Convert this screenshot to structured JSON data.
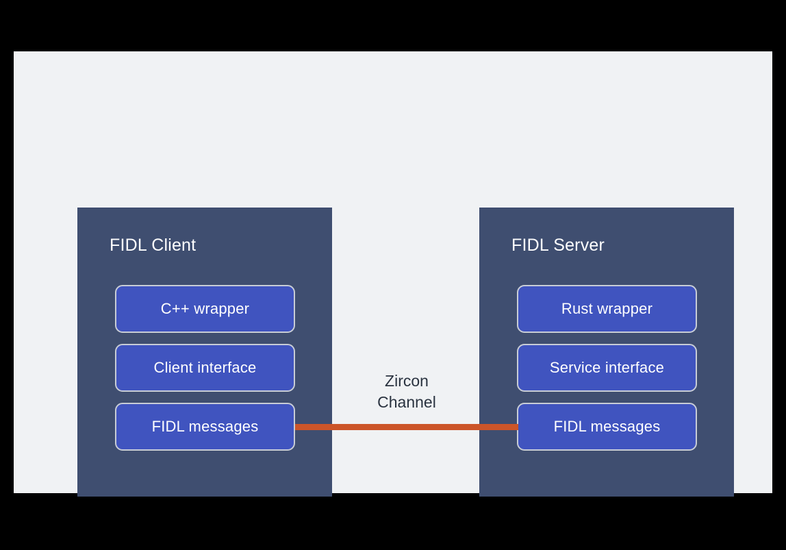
{
  "canvas": {
    "background_color": "#f0f2f4",
    "surround_color": "#000000"
  },
  "diagram": {
    "type": "block-diagram",
    "title_implicit": "FIDL client/server over a Zircon Channel",
    "panel_color": "#3f4e70",
    "box_fill_color": "#4054bf",
    "box_border_color": "#c8cdd6",
    "connector_color": "#cc5529",
    "label_color": "#2a3340",
    "panels": [
      {
        "id": "client",
        "title": "FIDL Client",
        "boxes": [
          {
            "label": "C++ wrapper"
          },
          {
            "label": "Client interface"
          },
          {
            "label": "FIDL messages"
          }
        ]
      },
      {
        "id": "server",
        "title": "FIDL Server",
        "boxes": [
          {
            "label": "Rust wrapper"
          },
          {
            "label": "Service interface"
          },
          {
            "label": "FIDL messages"
          }
        ]
      }
    ],
    "connector": {
      "label_line1": "Zircon",
      "label_line2": "Channel",
      "from": "client.FIDL messages",
      "to": "server.FIDL messages"
    }
  }
}
